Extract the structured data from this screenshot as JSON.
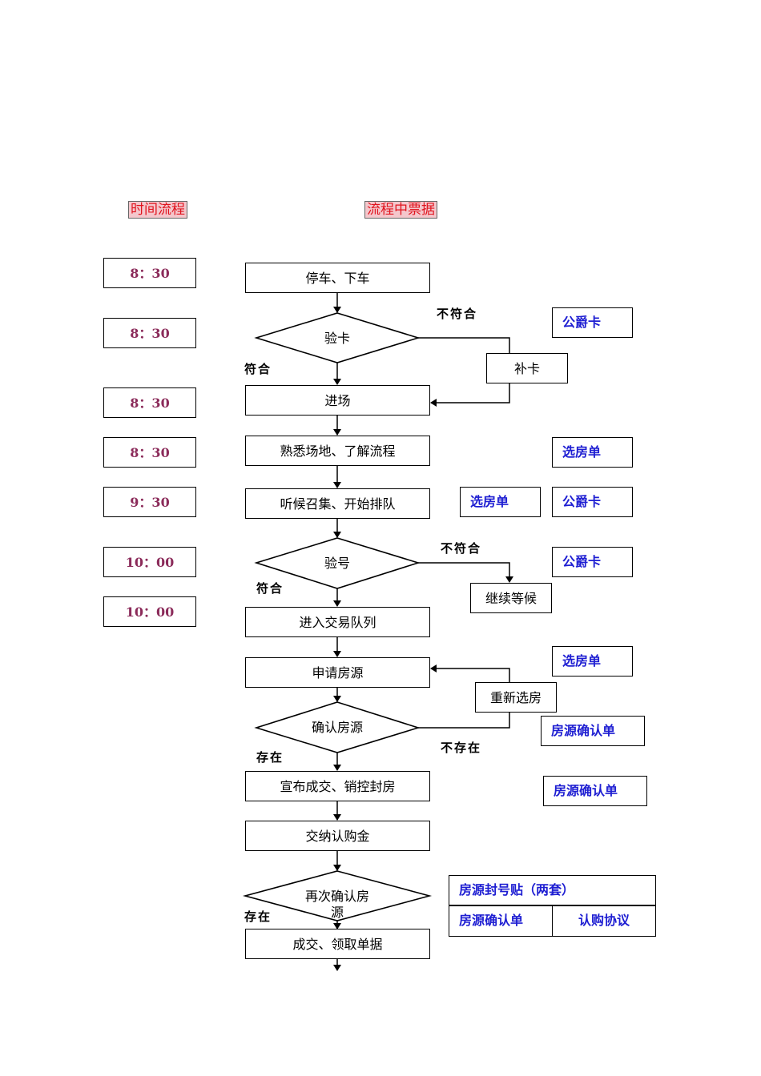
{
  "headers": {
    "time_flow": "时间流程",
    "docs_flow": "流程中票据"
  },
  "times": [
    "8：30",
    "8：30",
    "8：30",
    "8：30",
    "9：30",
    "10：00",
    "10：00"
  ],
  "steps": {
    "park": "停车、下车",
    "verify_card": "验卡",
    "supplement_card": "补卡",
    "enter": "进场",
    "familiarize": "熟悉场地、了解流程",
    "queue": "听候召集、开始排队",
    "verify_number": "验号",
    "keep_waiting": "继续等候",
    "enter_trade_queue": "进入交易队列",
    "apply_unit": "申请房源",
    "reselect_unit": "重新选房",
    "confirm_unit": "确认房源",
    "announce_deal": "宣布成交、销控封房",
    "pay_deposit": "交纳认购金",
    "reconfirm_unit_line1": "再次确认房",
    "reconfirm_unit_line2": "源",
    "deal_receipt": "成交、领取单据"
  },
  "labels": {
    "fail_1": "不符合",
    "pass_1": "符合",
    "fail_2": "不符合",
    "pass_2": "符合",
    "not_exist": "不存在",
    "exist_1": "存在",
    "exist_2": "存在"
  },
  "documents": {
    "card_1": "公爵卡",
    "select_form_1": "选房单",
    "select_form_2": "选房单",
    "card_2": "公爵卡",
    "card_3": "公爵卡",
    "select_form_3": "选房单",
    "confirm_form_1": "房源确认单",
    "confirm_form_2": "房源确认单",
    "seal_sticker": "房源封号贴（两套）",
    "confirm_form_3": "房源确认单",
    "purchase_agreement": "认购协议"
  },
  "colors": {
    "time_text": "#8b2b5a",
    "doc_text": "#1e1ed2",
    "header_text": "#e0141e",
    "header_bg": "#f4c7cc"
  }
}
